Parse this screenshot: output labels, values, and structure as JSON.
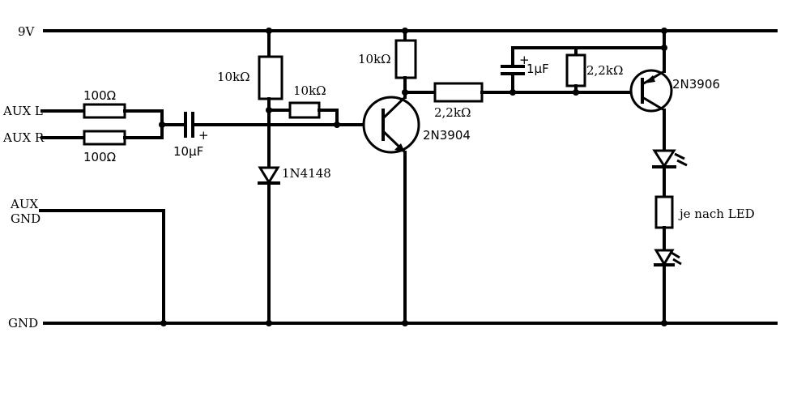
{
  "rails": {
    "supply_label": "9V",
    "ground_label": "GND"
  },
  "inputs": {
    "aux_l": "AUX L",
    "aux_r": "AUX R",
    "aux_gnd_line1": "AUX",
    "aux_gnd_line2": "GND"
  },
  "components": {
    "r_in_l": "100Ω",
    "r_in_r": "100Ω",
    "c_in": "10µF",
    "c_in_polarity": "+",
    "r_bias_top": "10kΩ",
    "r_base": "10kΩ",
    "diode": "1N4148",
    "r_collector": "10kΩ",
    "q1": "2N3904",
    "r_link": "2,2kΩ",
    "c_small": "1µF",
    "c_small_polarity": "+",
    "r_pnp_base": "2,2kΩ",
    "q2": "2N3906",
    "r_led": "je nach LED"
  }
}
